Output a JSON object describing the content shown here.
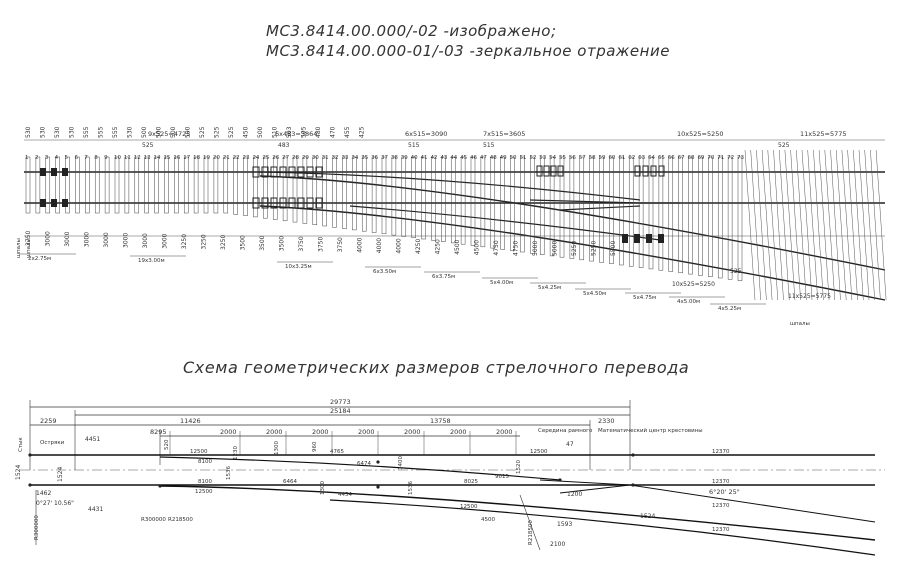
{
  "header": {
    "line1": "МС3.8414.00.000/-02 -изображено;",
    "line2": "МС3.8414.00.000-01/-03 -зеркальное отражение"
  },
  "layout_plan": {
    "group_top": [
      "9x525=4725",
      "6x483=3864",
      "6x515=3090",
      "7x515=3605",
      "10x525=5250",
      "11x525=5775"
    ],
    "dims_top": [
      "525",
      "483",
      "515",
      "515",
      "525"
    ],
    "pitch_top": [
      "530",
      "530",
      "530",
      "530",
      "555",
      "555",
      "555",
      "530",
      "500",
      "500",
      "500",
      "500",
      "525",
      "525",
      "525",
      "450",
      "500",
      "510",
      "503",
      "505",
      "480",
      "470",
      "455",
      "425"
    ],
    "sleeper_numbers": [
      "1",
      "2",
      "3",
      "4",
      "5",
      "6",
      "7",
      "8",
      "9",
      "10",
      "11",
      "12",
      "13",
      "14",
      "15",
      "16",
      "17",
      "18",
      "19",
      "20",
      "21",
      "22",
      "23",
      "24",
      "25",
      "26",
      "27",
      "28",
      "29",
      "30",
      "31",
      "32",
      "33",
      "34",
      "35",
      "36",
      "37",
      "38",
      "39",
      "40",
      "41",
      "42",
      "43",
      "44",
      "45",
      "46",
      "47",
      "48",
      "49",
      "50",
      "51",
      "52",
      "53",
      "54",
      "55",
      "56",
      "57",
      "58",
      "59",
      "60",
      "61",
      "62",
      "63",
      "64",
      "65",
      "66",
      "67",
      "68",
      "69",
      "70",
      "71",
      "72",
      "73"
    ],
    "lengths_bottom": [
      "2750",
      "3000",
      "3000",
      "3000",
      "3000",
      "3000",
      "3000",
      "3000",
      "3250",
      "3250",
      "3250",
      "3500",
      "3500",
      "3500",
      "3750",
      "3750",
      "3750",
      "4000",
      "4000",
      "4000",
      "4250",
      "4250",
      "4500",
      "4500",
      "4750",
      "4750",
      "5000",
      "5000",
      "5250",
      "5250",
      "5500"
    ],
    "groups_bottom": [
      "2x2.75м",
      "19x3.00м",
      "10x3.25м",
      "6x3.50м",
      "6x3.75м",
      "5x4.00м",
      "5x4.25м",
      "5x4.50м",
      "5x4.75м",
      "4x5.00м",
      "4x5.25м"
    ],
    "groups_bottom_right": [
      "10x525=5250",
      "525",
      "11x525=5775"
    ],
    "edge_labels": [
      "шпалы",
      "шпалы",
      "шпалы"
    ]
  },
  "caption": "Схема геометрических размеров стрелочного перевода",
  "geometry": {
    "overall": [
      "29773",
      "25184"
    ],
    "top_dims": [
      "2259",
      "11426",
      "13758",
      "2330"
    ],
    "second_row": [
      "8295",
      "2000",
      "2000",
      "2000",
      "2000",
      "2000",
      "2000",
      "2000"
    ],
    "left_dims": [
      "4451",
      "4431",
      "1462",
      "1524",
      "1524"
    ],
    "labels": [
      "Остряки",
      "Середина рамного",
      "Математический центр крестовины",
      "Стык"
    ],
    "rail_dims": [
      "12500",
      "8100",
      "12500",
      "8100",
      "4765",
      "6474",
      "6464",
      "8025",
      "9015",
      "12500",
      "4454",
      "12500",
      "4500",
      "12370",
      "12370",
      "12370",
      "12370"
    ],
    "vertical_dims": [
      "520",
      "1230",
      "1536",
      "1300",
      "960",
      "1300",
      "1400",
      "1536",
      "1520"
    ],
    "small_dims": [
      "47",
      "1200",
      "1593",
      "2100",
      "1524"
    ],
    "radii": [
      "R300000",
      "R218500",
      "R218500",
      "R300000"
    ],
    "angles": [
      "0°27' 10.56\"",
      "6°20' 25\""
    ]
  },
  "colors": {
    "ink": "#333333",
    "paper": "#ffffff"
  }
}
